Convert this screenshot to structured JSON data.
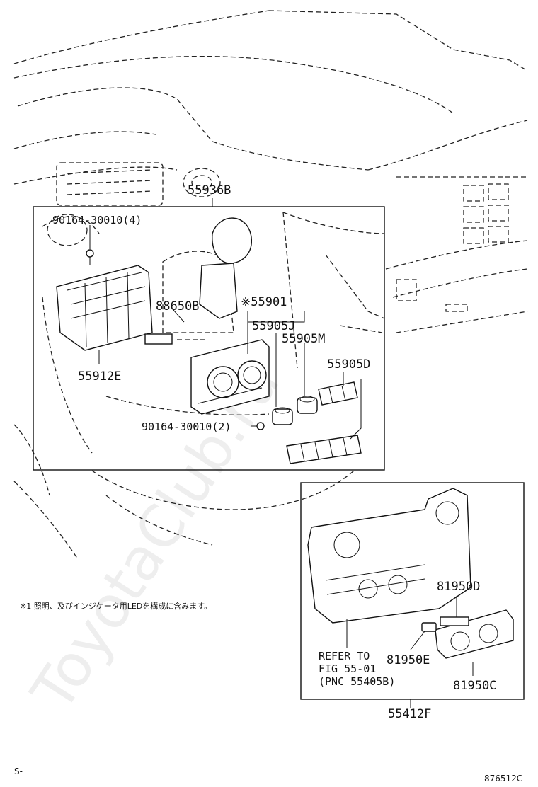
{
  "labels": {
    "p55936B": "55936B",
    "p90164_4": "90164-30010(4)",
    "p55901": "※55901",
    "p88650B": "88650B",
    "p55905J": "55905J",
    "p55905M": "55905M",
    "p55905D": "55905D",
    "p55912E": "55912E",
    "p90164_2": "90164-30010(2)",
    "p81950D": "81950D",
    "p81950E": "81950E",
    "p81950C": "81950C",
    "p55412F": "55412F"
  },
  "refer": {
    "line1": "REFER TO",
    "line2": "FIG 55-01",
    "line3": "(PNC 55405B)"
  },
  "note": "※1 照明、及びインジケータ用LEDを構成に含みます。",
  "corner_left": "S-",
  "corner_right": "876512C",
  "watermark": "ToyotaClub.ru"
}
